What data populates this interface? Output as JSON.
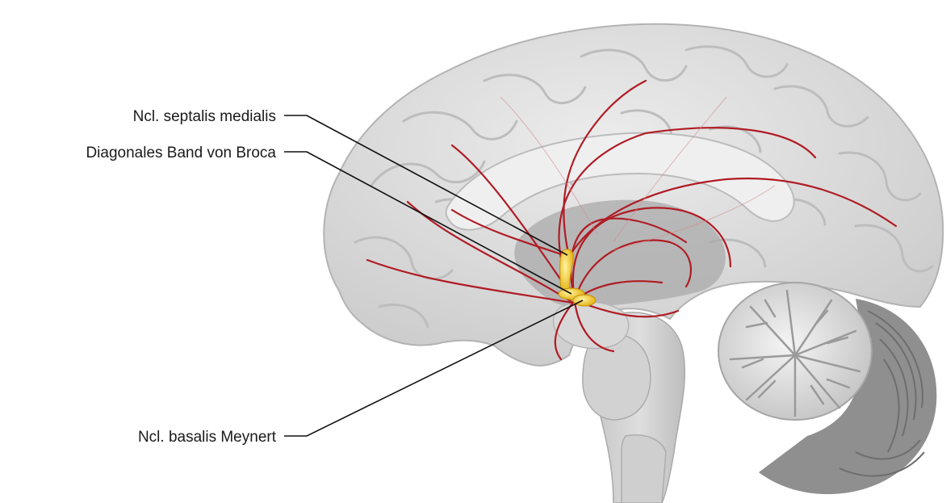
{
  "labels": {
    "septalis": "Ncl. septalis medialis",
    "broca": "Diagonales Band von Broca",
    "meynert": "Ncl. basalis Meynert"
  },
  "colors": {
    "background": "#ffffff",
    "cortex_fill": "#dcdcdc",
    "cortex_shade": "#b9b9b9",
    "gyrus_line": "#c6c6c6",
    "pathway": "#b01c24",
    "nuclei": "#f2c200",
    "leader": "#111111"
  }
}
